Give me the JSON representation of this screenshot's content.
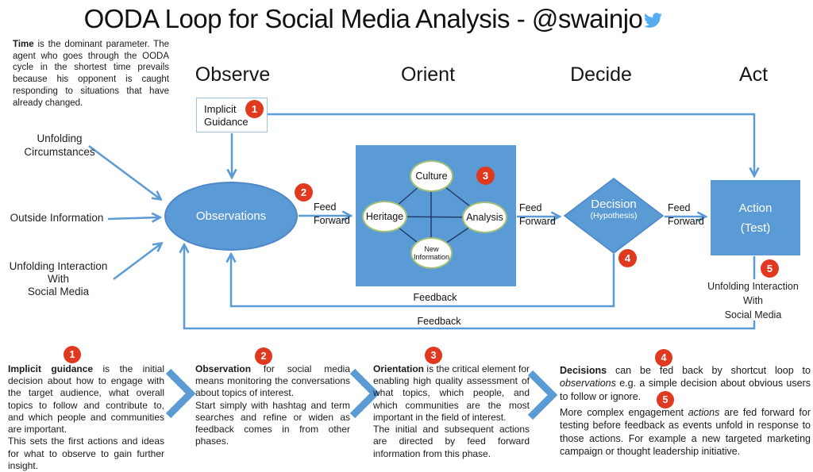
{
  "title": "OODA Loop for Social Media Analysis - @swainjo",
  "colors": {
    "accent_blue": "#5b9bd5",
    "badge_red": "#e0391f",
    "mini_node_border": "#a3c07a",
    "cluster_connector": "#1f3864",
    "twitter_blue": "#55acee"
  },
  "intro": {
    "lead": "Time",
    "body": " is the dominant parameter. The agent who goes through the OODA cycle in the shortest time prevails because his opponent is caught responding to situations that have already changed."
  },
  "phases": [
    "Observe",
    "Orient",
    "Decide",
    "Act"
  ],
  "inputs": [
    "Unfolding\nCircumstances",
    "Outside Information",
    "Unfolding Interaction\nWith\nSocial Media"
  ],
  "diagram": {
    "implicit_guidance": {
      "label": "Implicit\nGuidance",
      "badge": "1"
    },
    "observations": {
      "label": "Observations",
      "badge": "2"
    },
    "orient_cluster": {
      "badge": "3",
      "nodes": [
        "Culture",
        "Heritage",
        "Analysis",
        "New\nInformation"
      ]
    },
    "decision": {
      "label": "Decision",
      "sublabel": "(Hypothesis)",
      "badge": "4"
    },
    "action": {
      "label": "Action",
      "sublabel": "(Test)",
      "badge": "5"
    },
    "feed_forward": "Feed\nForward",
    "feedback": "Feedback",
    "action_output": "Unfolding Interaction\nWith\nSocial Media"
  },
  "notes": [
    {
      "badge": "1",
      "lead": "Implicit guidance",
      "body": " is the initial decision about how to engage with the target audience, what overall topics to follow and contribute to, and which people and communities are important.",
      "body2": "This sets the first actions and ideas for what to observe to gain further insight."
    },
    {
      "badge": "2",
      "lead": "Observation",
      "body": " for social media means monitoring the conversations about topics of interest.",
      "body2": "Start simply with hashtag and term searches and refine or widen as feedback comes in from other phases."
    },
    {
      "badge": "3",
      "lead": "Orientation",
      "body": " is the critical element for enabling high quality assessment of what topics, which people, and which communities are the most important in the field of interest.",
      "body2": "The initial and subsequent actions are directed by feed forward information from this phase."
    },
    {
      "badge": "4",
      "lead": "Decisions",
      "body": " can be fed back by shortcut loop to ",
      "italic": "observations",
      "body2": " e.g. a simple decision about obvious users to follow or ignore."
    },
    {
      "badge": "5",
      "body": "More complex engagement ",
      "italic": "actions",
      "body2": " are fed forward for testing before feedback as events unfold in response to those actions. For example a new targeted marketing campaign or thought leadership initiative."
    }
  ]
}
